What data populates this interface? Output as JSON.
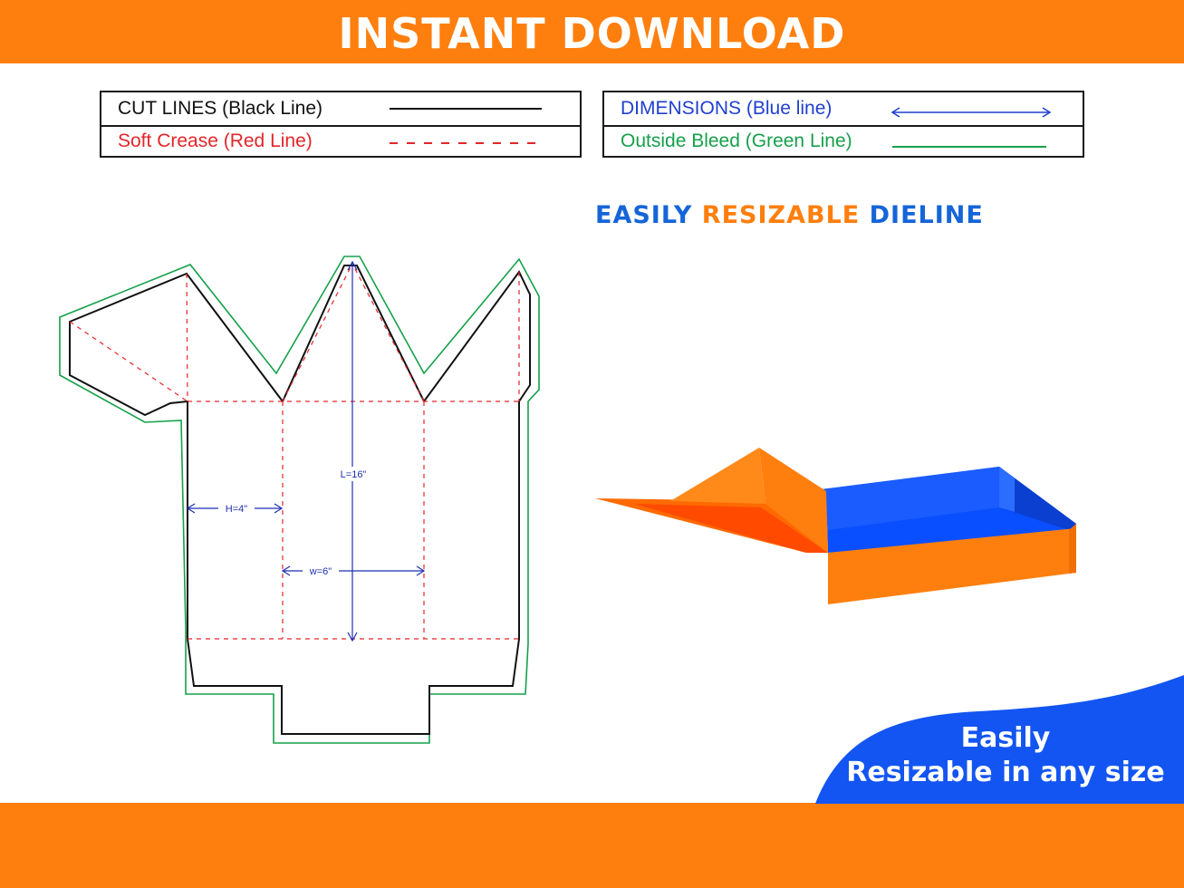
{
  "banner": {
    "title": "INSTANT DOWNLOAD"
  },
  "legend": {
    "cut_lines": "CUT LINES (Black Line)",
    "soft_crease": "Soft Crease (Red Line)",
    "dimensions": "DIMENSIONS (Blue line)",
    "outside_bleed": "Outside Bleed (Green Line)"
  },
  "headline": {
    "word1": "EASILY",
    "word2": "RESIZABLE",
    "word3": "DIELINE"
  },
  "dimension_labels": {
    "length": "L=16\"",
    "height": "H=4\"",
    "width": "w=6\""
  },
  "note": {
    "line1": "Easily",
    "line2": "Resizable in any size"
  },
  "colors": {
    "orange": "#ff7f0e",
    "blue": "#1565d8",
    "cut_line": "#111111",
    "crease": "#e3262b",
    "dimension": "#1f2fb0",
    "bleed": "#16a04a"
  }
}
